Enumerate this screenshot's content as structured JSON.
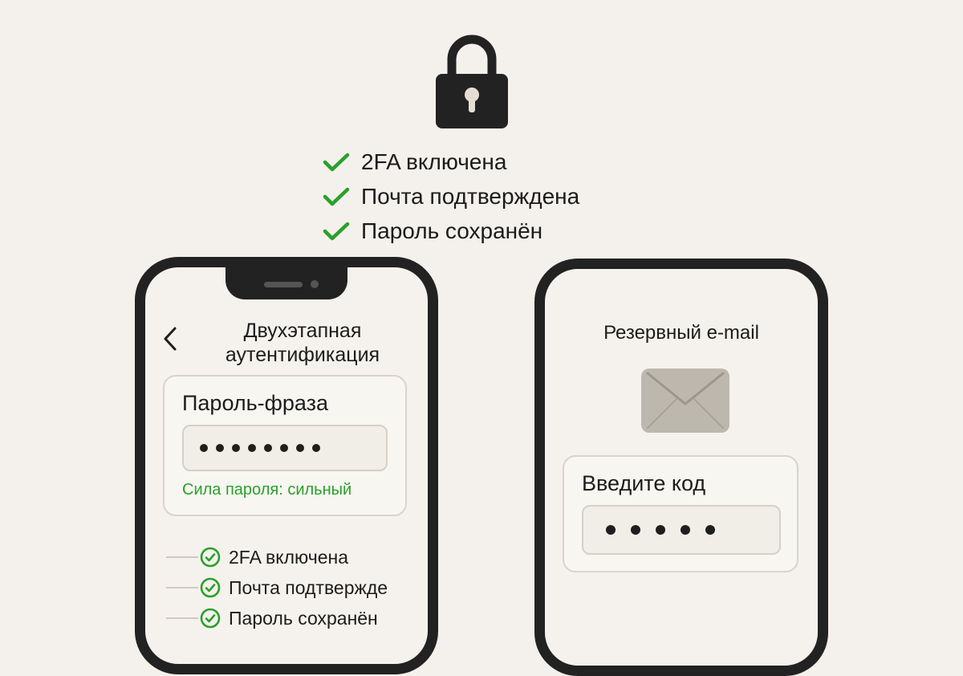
{
  "header": {
    "lock_icon": "padlock-icon",
    "status_items": [
      {
        "icon": "check-icon",
        "label": "2FA включена"
      },
      {
        "icon": "check-icon",
        "label": "Почта подтверждена"
      },
      {
        "icon": "check-icon",
        "label": "Пароль сохранён"
      }
    ]
  },
  "left_phone": {
    "back_icon": "chevron-left-icon",
    "title_line1": "Двухэтапная",
    "title_line2": "аутентификация",
    "passphrase": {
      "label": "Пароль-фраза",
      "masked_value": "••••••••",
      "dot_count": 8,
      "strength_text": "Сила пароля: сильный"
    },
    "checklist": [
      {
        "icon": "check-circle-icon",
        "label": "2FA включена"
      },
      {
        "icon": "check-circle-icon",
        "label": "Почта подтвержде"
      },
      {
        "icon": "check-circle-icon",
        "label": "Пароль сохранён"
      }
    ]
  },
  "right_phone": {
    "title": "Резервный e-mail",
    "envelope_icon": "envelope-icon",
    "code": {
      "label": "Введите код",
      "masked_value": "•••••",
      "dot_count": 5
    }
  },
  "colors": {
    "background": "#f4f1ec",
    "accent_green": "#2aa02a",
    "phone_frame": "#222222",
    "envelope": "#bdb8ae"
  }
}
